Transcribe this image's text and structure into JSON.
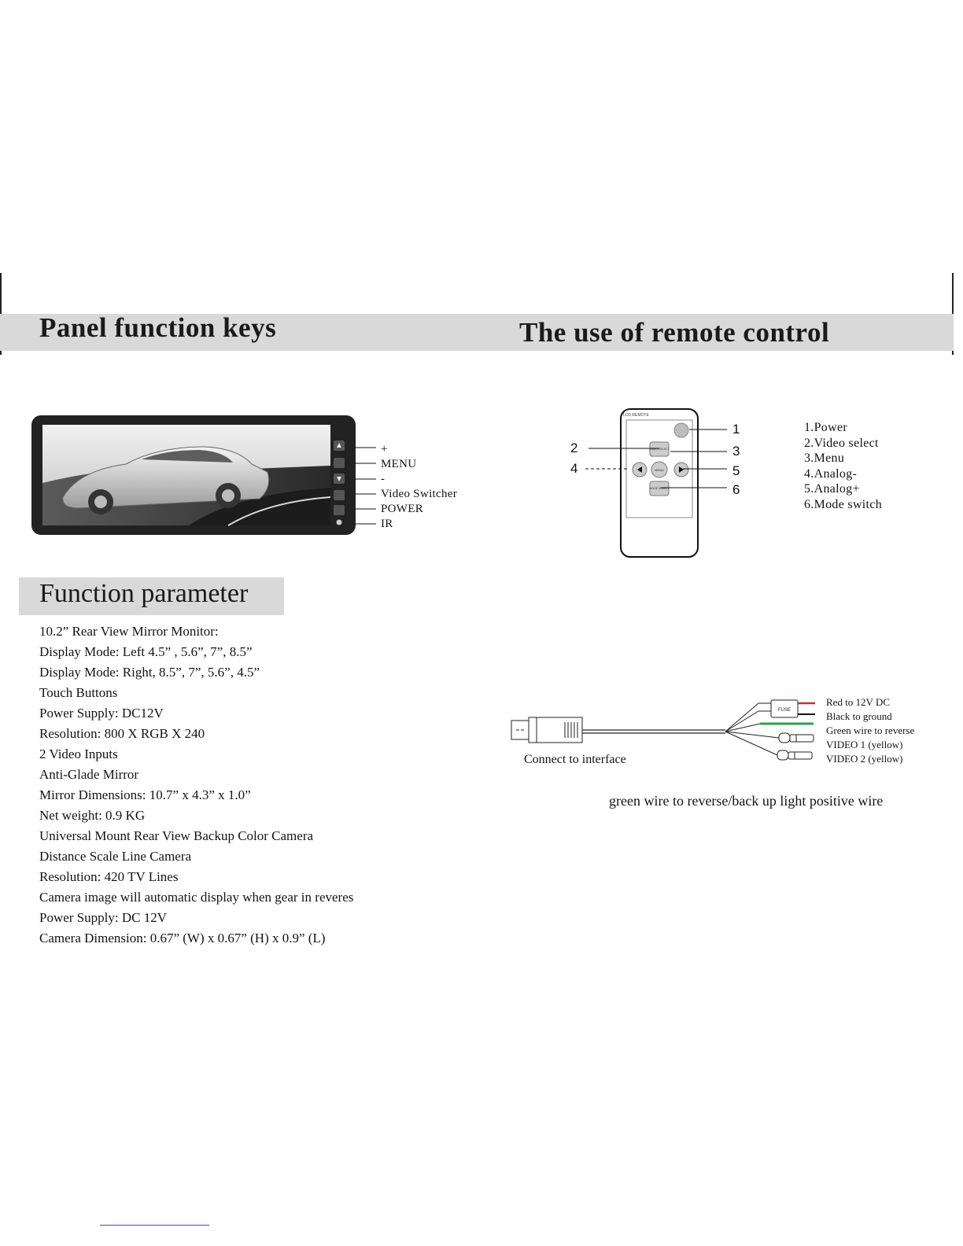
{
  "panel_section": {
    "title": "Panel function keys",
    "key_labels": [
      "+",
      "MENU",
      "-",
      "Video Switcher",
      "POWER",
      "IR"
    ]
  },
  "remote_section": {
    "title": "The use of remote control",
    "remote_label": "LCD REMOTE",
    "button_labels": [
      "VIDEO SELECT",
      "MENU",
      "MODE SELECT"
    ],
    "callout_numbers": [
      "1",
      "2",
      "3",
      "4",
      "5",
      "6"
    ],
    "legend": [
      "1.Power",
      "2.Video select",
      "3.Menu",
      "4.Analog-",
      "5.Analog+",
      "6.Mode switch"
    ]
  },
  "function_parameter": {
    "title": "Function parameter",
    "items": [
      "10.2” Rear View Mirror Monitor:",
      "Display Mode: Left 4.5” , 5.6”, 7”, 8.5”",
      "Display Mode: Right, 8.5”, 7”, 5.6”, 4.5”",
      "Touch Buttons",
      "Power Supply: DC12V",
      "Resolution: 800 X RGB X 240",
      "2 Video Inputs",
      "Anti-Glade Mirror",
      "Mirror Dimensions: 10.7” x 4.3” x 1.0”",
      "Net weight: 0.9 KG",
      "Universal Mount Rear View Backup Color Camera",
      "Distance Scale Line Camera",
      "Resolution: 420 TV Lines",
      "Camera image will automatic display when gear in reveres",
      "Power Supply: DC 12V",
      "Camera Dimension: 0.67” (W) x 0.67” (H) x 0.9” (L)"
    ]
  },
  "wiring": {
    "connector_caption": "Connect to interface",
    "fuse_label": "FUSE",
    "wire_labels": [
      "Red to 12V DC",
      "Black to ground",
      "Green wire to reverse",
      "VIDEO 1 (yellow)",
      "VIDEO 2 (yellow)"
    ],
    "note": "green wire to reverse/back up light positive wire",
    "colors": {
      "red": "#d42a2a",
      "black": "#111111",
      "green": "#2fa24a",
      "yellow": "#e0c020"
    }
  }
}
